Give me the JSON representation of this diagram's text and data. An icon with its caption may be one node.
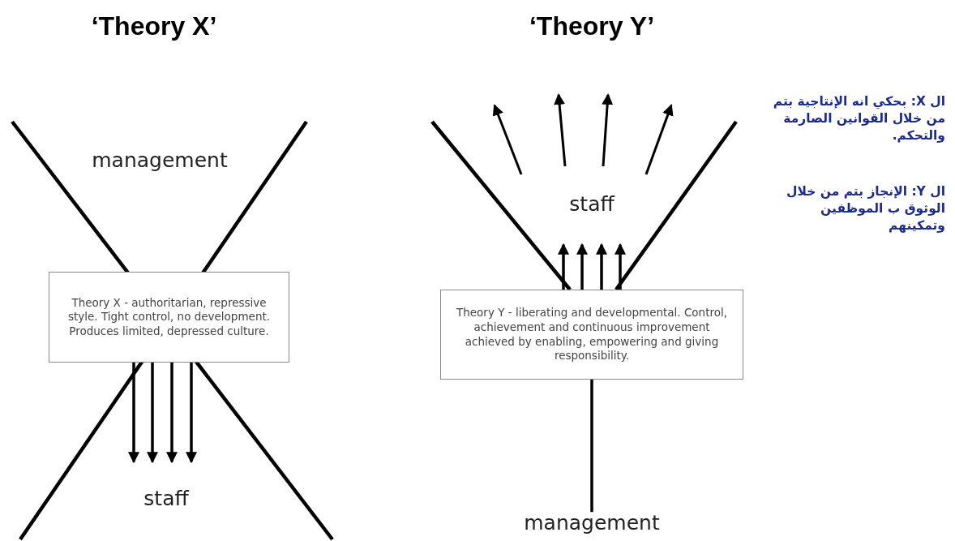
{
  "diagram": {
    "nodes": [
      {
        "text": [
          "management"
        ]
      },
      {
        "text": [
          "Theory X - authoritarian, repressive style.  Tight control, no development.  Produces limited, depressed culture."
        ]
      },
      {
        "text": [
          "staff"
        ]
      },
      {
        "text": [
          "staff"
        ]
      },
      {
        "text": [
          "Theory Y - liberating and  developmental. Control, achievement and continuous improvement achieved by enabling, empowering and giving responsibility."
        ]
      },
      {
        "text": [
          "management"
        ]
      }
    ],
    "edges": [
      {
        "from": 1,
        "to": 2,
        "arrow": "to"
      },
      {
        "from": 1,
        "to": 2,
        "arrow": "to"
      },
      {
        "from": 1,
        "to": 2,
        "arrow": "to"
      },
      {
        "from": 1,
        "to": 2,
        "arrow": "to"
      },
      {
        "from": 4,
        "to": 3,
        "arrow": "to"
      },
      {
        "from": 4,
        "to": 3,
        "arrow": "to"
      },
      {
        "from": 4,
        "to": 3,
        "arrow": "to"
      },
      {
        "from": 4,
        "to": 3,
        "arrow": "to"
      },
      {
        "from": 5,
        "to": 4,
        "arrow": "none"
      }
    ],
    "labels": [
      "‘Theory X’",
      "‘Theory Y’",
      "ال X: بحكي انه الإنتاجية بتم من خلال القوانين الصارمة والتحكم.",
      "ال Y: الإنجاز بتم من خلال الوثوق ب الموظفين وتمكينهم"
    ]
  }
}
